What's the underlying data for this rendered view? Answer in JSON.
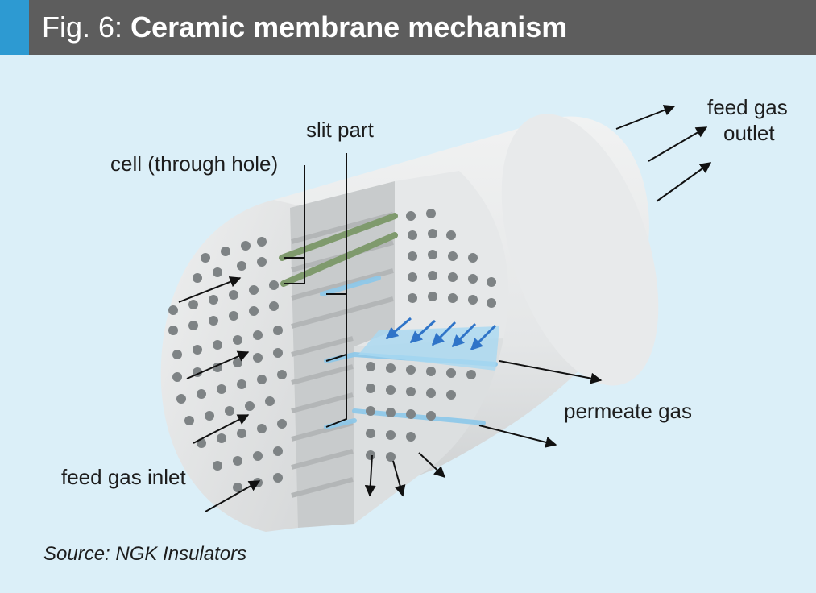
{
  "header": {
    "fig_prefix": "Fig. 6: ",
    "title": "Ceramic membrane mechanism",
    "accent_color": "#2d9ad2",
    "bar_color": "#5d5d5d"
  },
  "labels": {
    "cell": "cell (through hole)",
    "slit": "slit part",
    "feed_outlet_line1": "feed gas",
    "feed_outlet_line2": "outlet",
    "permeate": "permeate gas",
    "feed_inlet": "feed gas inlet"
  },
  "source": "Source: NGK Insulators",
  "colors": {
    "background": "#dbeff8",
    "ceramic": "#e2e4e5",
    "cell_highlight": "#7f9a6d",
    "permeate_flow": "#2f74c8"
  }
}
